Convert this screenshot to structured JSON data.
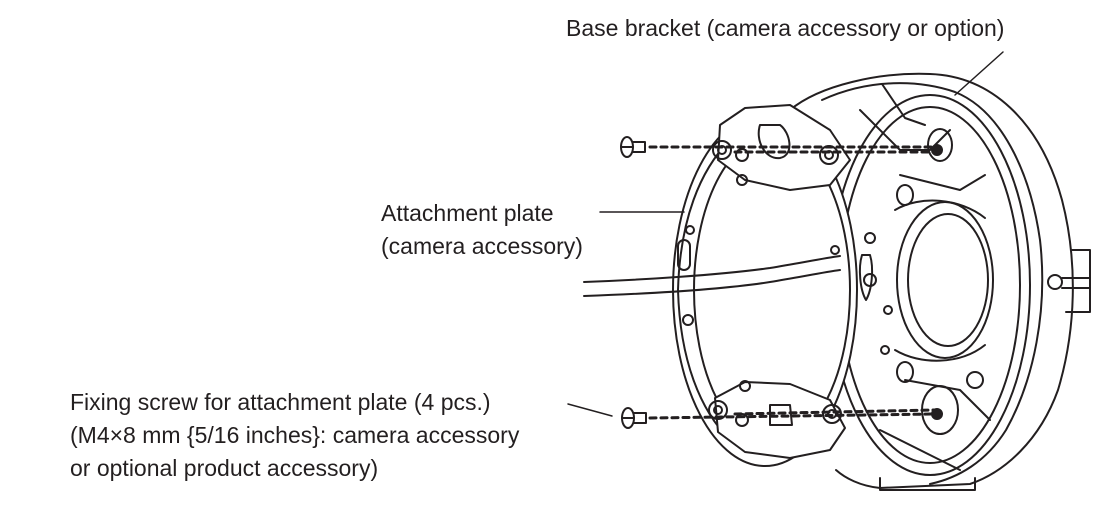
{
  "labels": {
    "base_bracket": "Base bracket (camera accessory or option)",
    "attachment_plate_line1": "Attachment plate",
    "attachment_plate_line2": "(camera accessory)",
    "fixing_screw_line1": "Fixing screw for attachment plate (4 pcs.)",
    "fixing_screw_line2": "(M4×8 mm {5/16 inches}: camera accessory",
    "fixing_screw_line3": "or optional product accessory)"
  },
  "colors": {
    "ink": "#231f20",
    "paper": "#ffffff"
  }
}
